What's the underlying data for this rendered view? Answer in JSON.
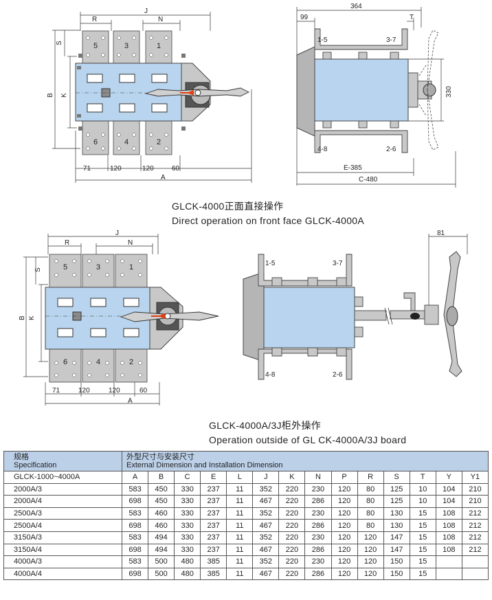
{
  "drawing_top": {
    "front": {
      "dims": [
        "R",
        "J",
        "N",
        "S",
        "B",
        "K",
        "71",
        "120",
        "120",
        "60",
        "A"
      ],
      "poles": [
        "5",
        "3",
        "1",
        "6",
        "4",
        "2"
      ]
    },
    "side": {
      "dims": [
        "364",
        "99",
        "T",
        "330",
        "E-385",
        "C-480"
      ],
      "labels": [
        "1-5",
        "3-7",
        "4-8",
        "2-6"
      ]
    }
  },
  "drawing_bottom": {
    "front": {
      "dims": [
        "R",
        "J",
        "N",
        "S",
        "B",
        "K",
        "71",
        "120",
        "120",
        "60",
        "A"
      ],
      "poles": [
        "5",
        "3",
        "1",
        "6",
        "4",
        "2"
      ]
    },
    "side": {
      "dims": [
        "81"
      ],
      "labels": [
        "1-5",
        "3-7",
        "4-8",
        "2-6"
      ]
    }
  },
  "captions": {
    "top_cn": "GLCK-4000正面直接操作",
    "top_en": "Direct operation on front face GLCK-4000A",
    "bottom_cn": "GLCK-4000A/3J柜外操作",
    "bottom_en": "Operation outside of GL CK-4000A/3J board"
  },
  "table": {
    "spec_cn": "规格",
    "spec_en": "Specification",
    "ext_cn": "外型尺寸与安装尺寸",
    "ext_en": "External Dimension and Installation Dimension",
    "range": "GLCK-1000~4000A",
    "columns": [
      "A",
      "B",
      "C",
      "E",
      "L",
      "J",
      "K",
      "N",
      "P",
      "R",
      "S",
      "T",
      "Y",
      "Y1"
    ],
    "rows": [
      [
        "2000A/3",
        "583",
        "450",
        "330",
        "237",
        "11",
        "352",
        "220",
        "230",
        "120",
        "80",
        "125",
        "10",
        "104",
        "210"
      ],
      [
        "2000A/4",
        "698",
        "450",
        "330",
        "237",
        "11",
        "467",
        "220",
        "286",
        "120",
        "80",
        "125",
        "10",
        "104",
        "210"
      ],
      [
        "2500A/3",
        "583",
        "460",
        "330",
        "237",
        "11",
        "352",
        "220",
        "230",
        "120",
        "80",
        "130",
        "15",
        "108",
        "212"
      ],
      [
        "2500A/4",
        "698",
        "460",
        "330",
        "237",
        "11",
        "467",
        "220",
        "286",
        "120",
        "80",
        "130",
        "15",
        "108",
        "212"
      ],
      [
        "3150A/3",
        "583",
        "494",
        "330",
        "237",
        "11",
        "352",
        "220",
        "230",
        "120",
        "120",
        "147",
        "15",
        "108",
        "212"
      ],
      [
        "3150A/4",
        "698",
        "494",
        "330",
        "237",
        "11",
        "467",
        "220",
        "286",
        "120",
        "120",
        "147",
        "15",
        "108",
        "212"
      ],
      [
        "4000A/3",
        "583",
        "500",
        "480",
        "385",
        "11",
        "352",
        "220",
        "230",
        "120",
        "120",
        "150",
        "15",
        "",
        ""
      ],
      [
        "4000A/4",
        "698",
        "500",
        "480",
        "385",
        "11",
        "467",
        "220",
        "286",
        "120",
        "120",
        "150",
        "15",
        "",
        ""
      ]
    ]
  }
}
